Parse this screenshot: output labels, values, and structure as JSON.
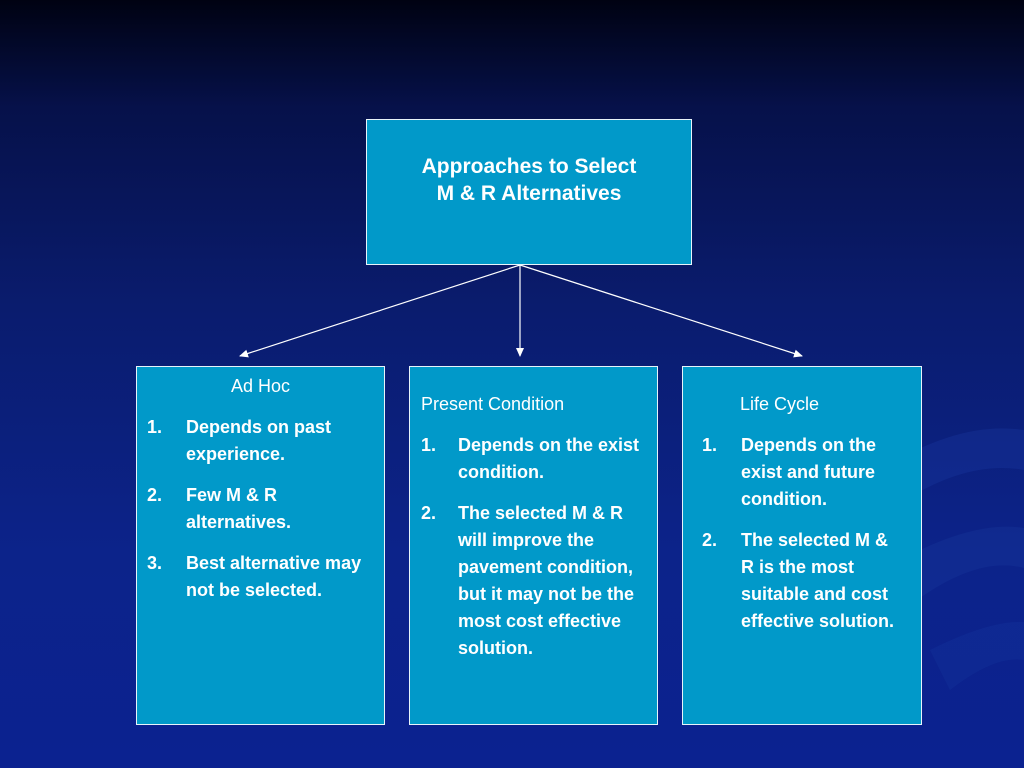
{
  "top": {
    "title_line1": "Approaches to Select",
    "title_line2": "M & R Alternatives"
  },
  "columns": [
    {
      "heading": "Ad Hoc",
      "items": [
        {
          "num": "1.",
          "text": "Depends on past experience."
        },
        {
          "num": "2.",
          "text": "Few M & R alternatives."
        },
        {
          "num": "3.",
          "text": "Best alternative may not be selected."
        }
      ]
    },
    {
      "heading": "Present Condition",
      "items": [
        {
          "num": "1.",
          "text": "Depends on the exist condition."
        },
        {
          "num": "2.",
          "text": "The selected M & R will improve the pavement condition, but it may not be the most cost effective solution."
        }
      ]
    },
    {
      "heading": "Life Cycle",
      "items": [
        {
          "num": "1.",
          "text": "Depends on the exist and future condition."
        },
        {
          "num": "2.",
          "text": "The selected M & R is the most suitable and cost effective solution."
        }
      ]
    }
  ],
  "colors": {
    "box_fill": "#0199c9",
    "box_border": "#e8f4fa",
    "text": "#ffffff",
    "connector": "#ffffff"
  }
}
